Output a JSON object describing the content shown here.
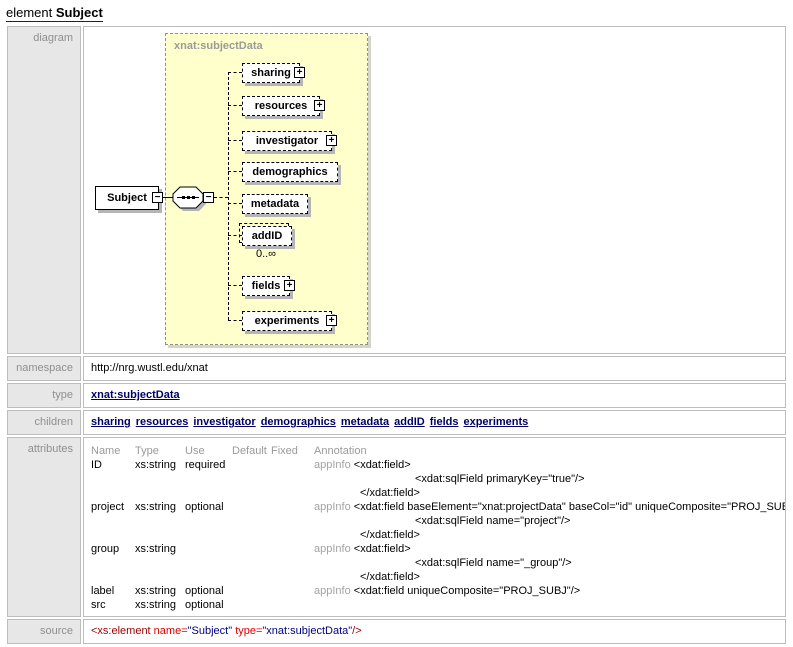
{
  "title": {
    "prefix": "element",
    "name": "Subject"
  },
  "labels": {
    "diagram": "diagram",
    "namespace": "namespace",
    "type": "type",
    "children": "children",
    "attributes": "attributes",
    "source": "source"
  },
  "icons": {
    "plus": "+",
    "minus": "−"
  },
  "colors": {
    "panel_bg": "#ffffcc",
    "box_shadow": "#b5b5b5",
    "link": "#000066",
    "label_bg": "#e7e7e7",
    "label_text": "#8f8f8f",
    "source_tag": "#990000",
    "source_attr_name": "#e00000",
    "source_attr_value": "#000080"
  },
  "diagram": {
    "complex_type": "xnat:subjectData",
    "root_element": "Subject",
    "nodes": [
      {
        "label": "sharing",
        "expandable": true
      },
      {
        "label": "resources",
        "expandable": true
      },
      {
        "label": "investigator",
        "expandable": true
      },
      {
        "label": "demographics",
        "expandable": false
      },
      {
        "label": "metadata",
        "expandable": false
      },
      {
        "label": "addID",
        "expandable": false,
        "occurrence": "0..∞"
      },
      {
        "label": "fields",
        "expandable": true
      },
      {
        "label": "experiments",
        "expandable": true
      }
    ]
  },
  "namespace_value": "http://nrg.wustl.edu/xnat",
  "type_link": "xnat:subjectData",
  "children_links": [
    "sharing",
    "resources",
    "investigator",
    "demographics",
    "metadata",
    "addID",
    "fields",
    "experiments"
  ],
  "attributes": {
    "headers": {
      "name": "Name",
      "type": "Type",
      "use": "Use",
      "default": "Default",
      "fixed": "Fixed",
      "annotation": "Annotation"
    },
    "rows": [
      {
        "name": "ID",
        "type": "xs:string",
        "use": "required",
        "ann": [
          {
            "pre": "appInfo",
            "xml": "<xdat:field>"
          },
          {
            "xml": "<xdat:sqlField primaryKey=\"true\"/>"
          },
          {
            "xml": "</xdat:field>"
          }
        ]
      },
      {
        "name": "project",
        "type": "xs:string",
        "use": "optional",
        "ann": [
          {
            "pre": "appInfo",
            "xml": "<xdat:field baseElement=\"xnat:projectData\" baseCol=\"id\" uniqueComposite=\"PROJ_SUBJ\">"
          },
          {
            "xml": "<xdat:sqlField name=\"project\"/>"
          },
          {
            "xml": "</xdat:field>"
          }
        ]
      },
      {
        "name": "group",
        "type": "xs:string",
        "use": "",
        "ann": [
          {
            "pre": "appInfo",
            "xml": "<xdat:field>"
          },
          {
            "xml": "<xdat:sqlField name=\"_group\"/>"
          },
          {
            "xml": "</xdat:field>"
          }
        ]
      },
      {
        "name": "label",
        "type": "xs:string",
        "use": "optional",
        "ann": [
          {
            "pre": "appInfo",
            "xml": "<xdat:field uniqueComposite=\"PROJ_SUBJ\"/>"
          }
        ]
      },
      {
        "name": "src",
        "type": "xs:string",
        "use": "optional",
        "ann": []
      }
    ]
  },
  "source": {
    "tag_open": "<xs:element ",
    "attr1": "name=",
    "val1": "\"Subject\" ",
    "attr2": "type=",
    "val2": "\"xnat:subjectData\"",
    "tag_close": "/>"
  }
}
